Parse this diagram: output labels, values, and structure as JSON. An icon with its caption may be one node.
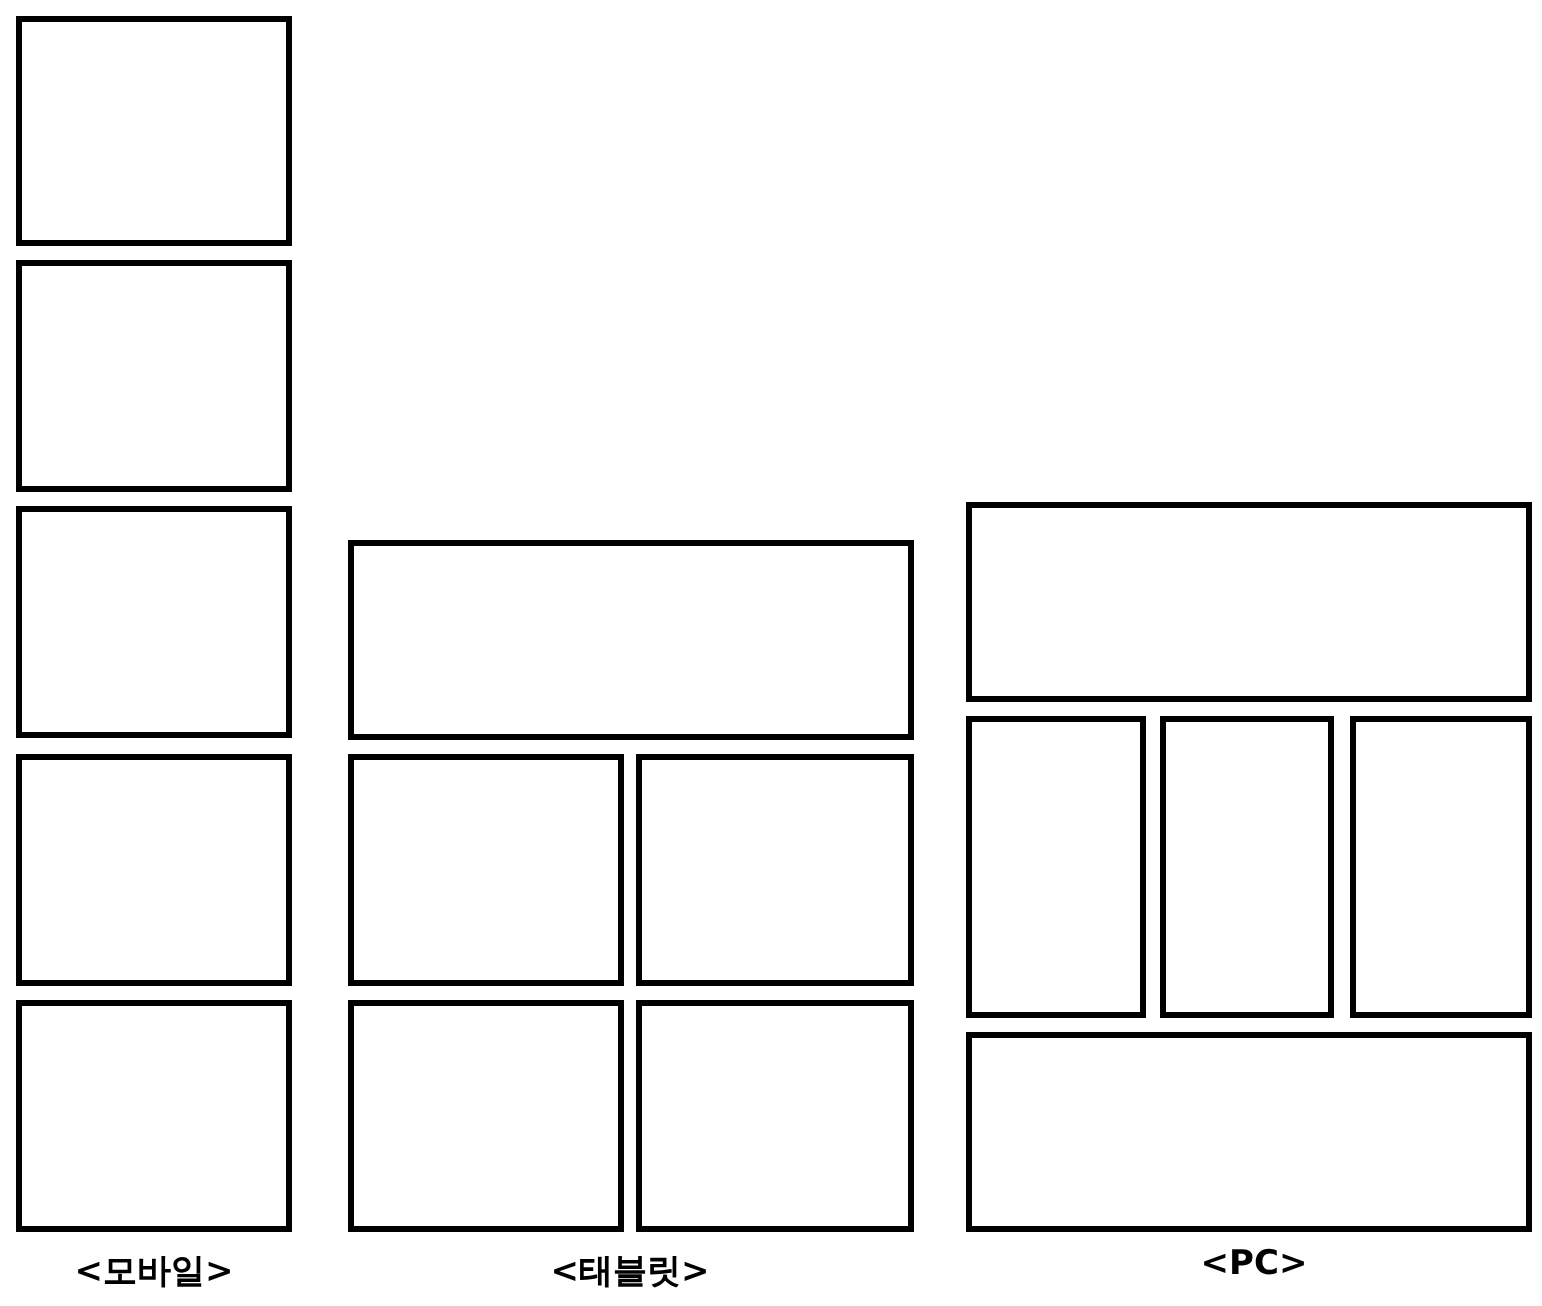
{
  "diagram": {
    "nodes": [
      {
        "text": [],
        "shape": "box"
      },
      {
        "text": [],
        "shape": "box"
      },
      {
        "text": [],
        "shape": "box"
      },
      {
        "text": [],
        "shape": "box"
      },
      {
        "text": [],
        "shape": "box"
      },
      {
        "text": [],
        "shape": "box"
      },
      {
        "text": [],
        "shape": "box"
      },
      {
        "text": [],
        "shape": "box"
      },
      {
        "text": [],
        "shape": "box"
      },
      {
        "text": [],
        "shape": "box"
      },
      {
        "text": [],
        "shape": "box"
      },
      {
        "text": [],
        "shape": "box"
      },
      {
        "text": [],
        "shape": "box"
      },
      {
        "text": [],
        "shape": "box"
      },
      {
        "text": [],
        "shape": "box"
      }
    ],
    "labels": [
      "<모바일>",
      "<태블릿>",
      "<PC>"
    ]
  }
}
